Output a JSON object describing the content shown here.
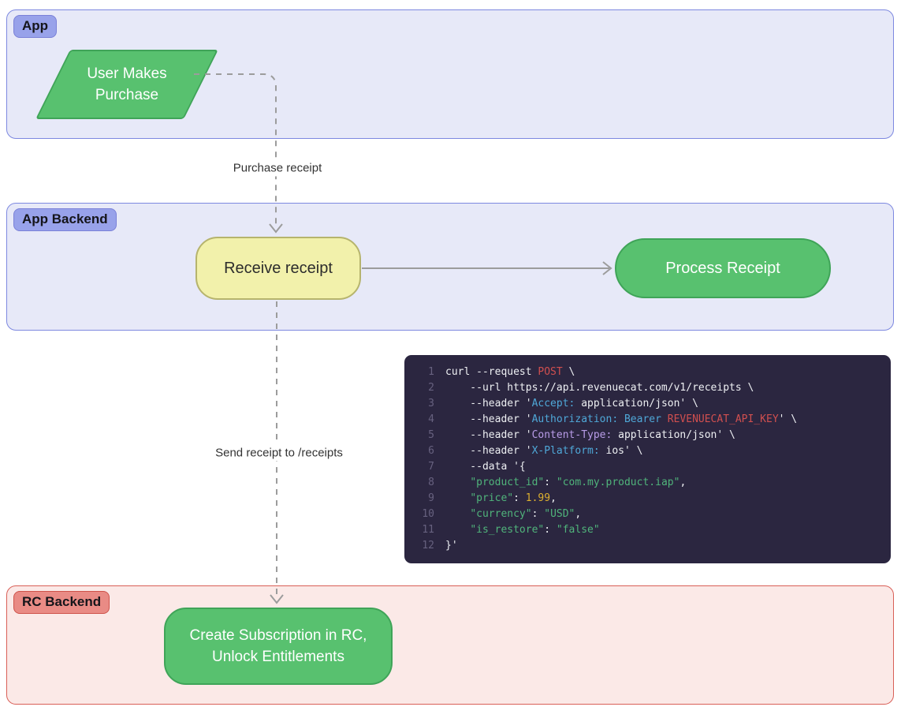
{
  "lanes": {
    "app": {
      "label": "App"
    },
    "app_backend": {
      "label": "App Backend"
    },
    "rc_backend": {
      "label": "RC Backend"
    }
  },
  "nodes": {
    "user_makes_purchase": {
      "line1": "User Makes",
      "line2": "Purchase"
    },
    "receive_receipt": {
      "label": "Receive receipt"
    },
    "process_receipt": {
      "label": "Process Receipt"
    },
    "create_subscription": {
      "line1": "Create Subscription in RC,",
      "line2": "Unlock Entitlements"
    }
  },
  "edges": {
    "purchase_receipt": {
      "label": "Purchase receipt"
    },
    "send_receipt": {
      "label": "Send receipt to /receipts"
    }
  },
  "code_block": {
    "lines": [
      {
        "number": "1",
        "tokens": [
          {
            "t": "curl --request ",
            "c": "plain"
          },
          {
            "t": "POST",
            "c": "red"
          },
          {
            "t": " \\",
            "c": "plain"
          }
        ]
      },
      {
        "number": "2",
        "tokens": [
          {
            "t": "    --url https://api.revenuecat.com/v1/receipts \\",
            "c": "plain"
          }
        ]
      },
      {
        "number": "3",
        "tokens": [
          {
            "t": "    --header '",
            "c": "plain"
          },
          {
            "t": "Accept:",
            "c": "cyan"
          },
          {
            "t": " application/json' \\",
            "c": "plain"
          }
        ]
      },
      {
        "number": "4",
        "tokens": [
          {
            "t": "    --header '",
            "c": "plain"
          },
          {
            "t": "Authorization: Bearer ",
            "c": "cyan"
          },
          {
            "t": "REVENUECAT_API_KEY",
            "c": "red"
          },
          {
            "t": "' \\",
            "c": "plain"
          }
        ]
      },
      {
        "number": "5",
        "tokens": [
          {
            "t": "    --header '",
            "c": "plain"
          },
          {
            "t": "Content-Type:",
            "c": "purple"
          },
          {
            "t": " application/json' \\",
            "c": "plain"
          }
        ]
      },
      {
        "number": "6",
        "tokens": [
          {
            "t": "    --header '",
            "c": "plain"
          },
          {
            "t": "X-Platform:",
            "c": "cyan"
          },
          {
            "t": " ios' \\",
            "c": "plain"
          }
        ]
      },
      {
        "number": "7",
        "tokens": [
          {
            "t": "    --data '{",
            "c": "plain"
          }
        ]
      },
      {
        "number": "8",
        "tokens": [
          {
            "t": "    ",
            "c": "plain"
          },
          {
            "t": "\"product_id\"",
            "c": "green"
          },
          {
            "t": ": ",
            "c": "plain"
          },
          {
            "t": "\"com.my.product.iap\"",
            "c": "green"
          },
          {
            "t": ",",
            "c": "plain"
          }
        ]
      },
      {
        "number": "9",
        "tokens": [
          {
            "t": "    ",
            "c": "plain"
          },
          {
            "t": "\"price\"",
            "c": "green"
          },
          {
            "t": ": ",
            "c": "plain"
          },
          {
            "t": "1.99",
            "c": "yellow"
          },
          {
            "t": ",",
            "c": "plain"
          }
        ]
      },
      {
        "number": "10",
        "tokens": [
          {
            "t": "    ",
            "c": "plain"
          },
          {
            "t": "\"currency\"",
            "c": "green"
          },
          {
            "t": ": ",
            "c": "plain"
          },
          {
            "t": "\"USD\"",
            "c": "green"
          },
          {
            "t": ",",
            "c": "plain"
          }
        ]
      },
      {
        "number": "11",
        "tokens": [
          {
            "t": "    ",
            "c": "plain"
          },
          {
            "t": "\"is_restore\"",
            "c": "green"
          },
          {
            "t": ": ",
            "c": "plain"
          },
          {
            "t": "\"false\"",
            "c": "green"
          }
        ]
      },
      {
        "number": "12",
        "tokens": [
          {
            "t": "}'",
            "c": "plain"
          }
        ]
      }
    ]
  },
  "colors": {
    "lane_blue_fill": "#e7e9f8",
    "lane_blue_border": "#7d88e0",
    "lane_red_fill": "#fbe9e7",
    "lane_red_border": "#d95f57",
    "badge_blue_fill": "#98a2ea",
    "badge_red_fill": "#e98b85",
    "node_green_fill": "#58c16f",
    "node_green_border": "#3fa458",
    "node_yellow_fill": "#f2f1ab",
    "node_yellow_border": "#b6b46d",
    "connector_gray": "#9c9c9c",
    "code_background": "#2b2640",
    "code_plain": "#eef0f3",
    "code_red": "#d04f4f",
    "code_cyan": "#4fa8d8",
    "code_purple": "#b89ce8",
    "code_green": "#50b47b",
    "code_yellow": "#ddb02f"
  }
}
